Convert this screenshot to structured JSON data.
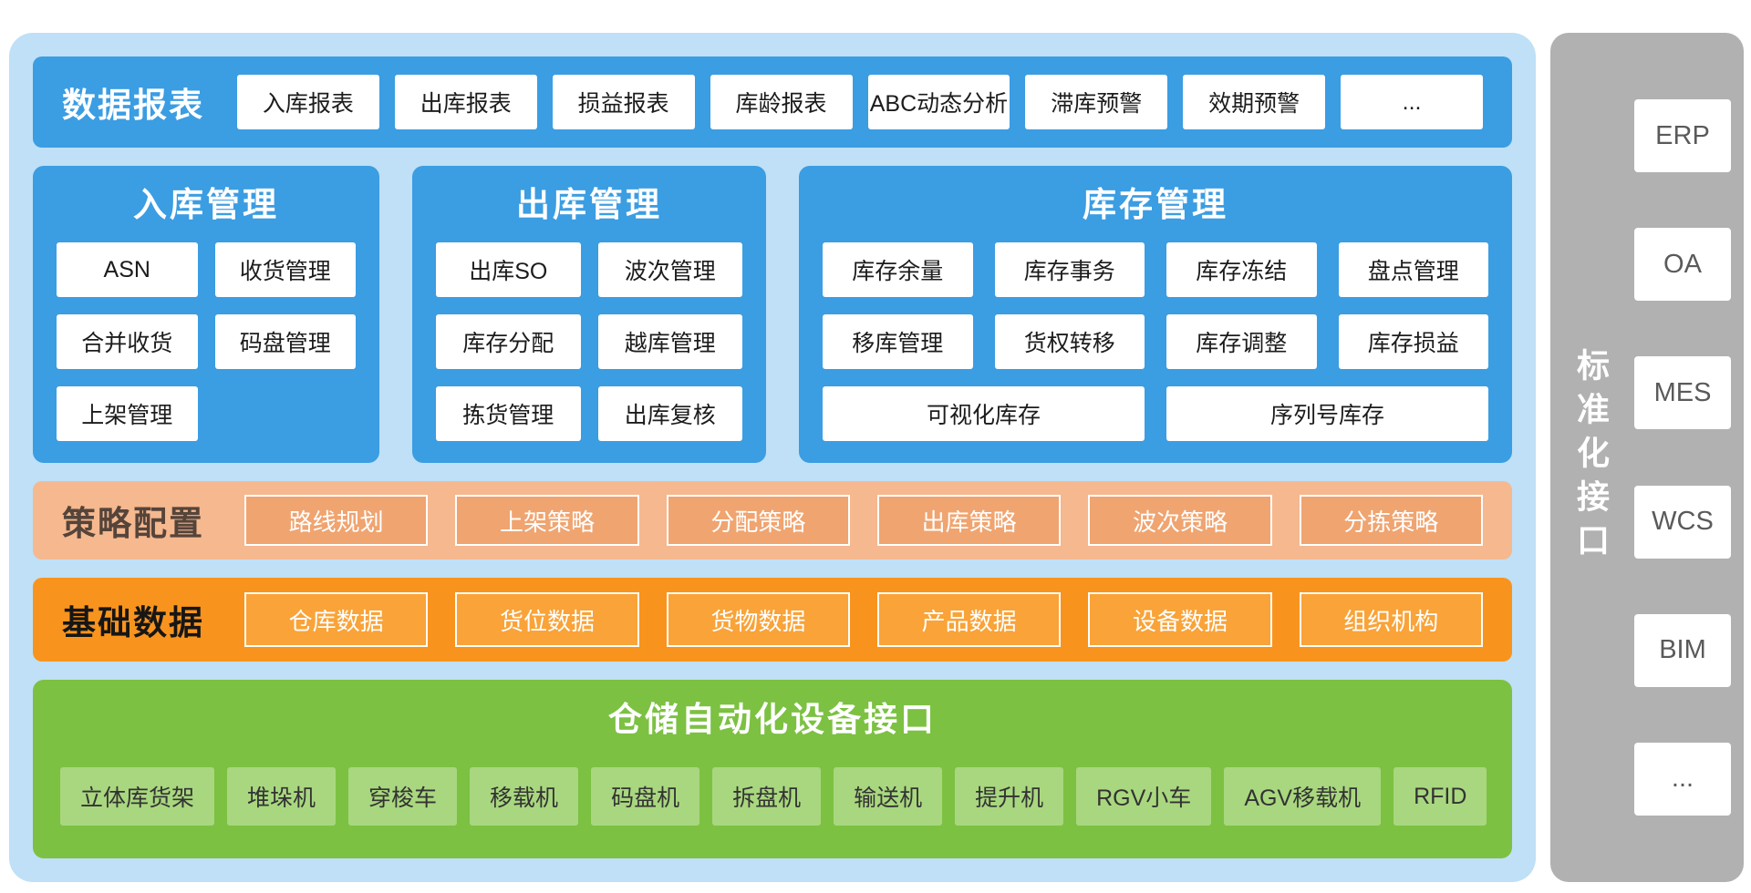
{
  "reports_bar": {
    "title": "数据报表",
    "items": [
      "入库报表",
      "出库报表",
      "损益报表",
      "库龄报表",
      "ABC动态分析",
      "滞库预警",
      "效期预警",
      "..."
    ]
  },
  "panels": [
    {
      "title": "入库管理",
      "items": [
        "ASN",
        "收货管理",
        "合并收货",
        "码盘管理",
        "上架管理"
      ]
    },
    {
      "title": "出库管理",
      "items": [
        "出库SO",
        "波次管理",
        "库存分配",
        "越库管理",
        "拣货管理",
        "出库复核"
      ]
    },
    {
      "title": "库存管理",
      "items": [
        "库存余量",
        "库存事务",
        "库存冻结",
        "盘点管理",
        "移库管理",
        "货权转移",
        "库存调整",
        "库存损益"
      ],
      "wide_items": [
        "可视化库存",
        "序列号库存"
      ]
    }
  ],
  "strategy_bar": {
    "title": "策略配置",
    "items": [
      "路线规划",
      "上架策略",
      "分配策略",
      "出库策略",
      "波次策略",
      "分拣策略"
    ]
  },
  "base_bar": {
    "title": "基础数据",
    "items": [
      "仓库数据",
      "货位数据",
      "货物数据",
      "产品数据",
      "设备数据",
      "组织机构"
    ]
  },
  "automation": {
    "title": "仓储自动化设备接口",
    "items": [
      "立体库货架",
      "堆垛机",
      "穿梭车",
      "移载机",
      "码盘机",
      "拆盘机",
      "输送机",
      "提升机",
      "RGV小车",
      "AGV移载机",
      "RFID"
    ]
  },
  "interface_panel": {
    "title": "标准化接口",
    "items": [
      "ERP",
      "OA",
      "MES",
      "WCS",
      "BIM",
      "..."
    ]
  },
  "colors": {
    "container_bg": "#bfe0f6",
    "blue": "#3b9de2",
    "salmon_bar": "#f5b88f",
    "salmon_box": "#f0a470",
    "orange_bar": "#f8941e",
    "orange_box": "#f9a338",
    "green_panel": "#7cc142",
    "green_box": "#a9d77f",
    "gray_panel": "#b1b1b1"
  }
}
